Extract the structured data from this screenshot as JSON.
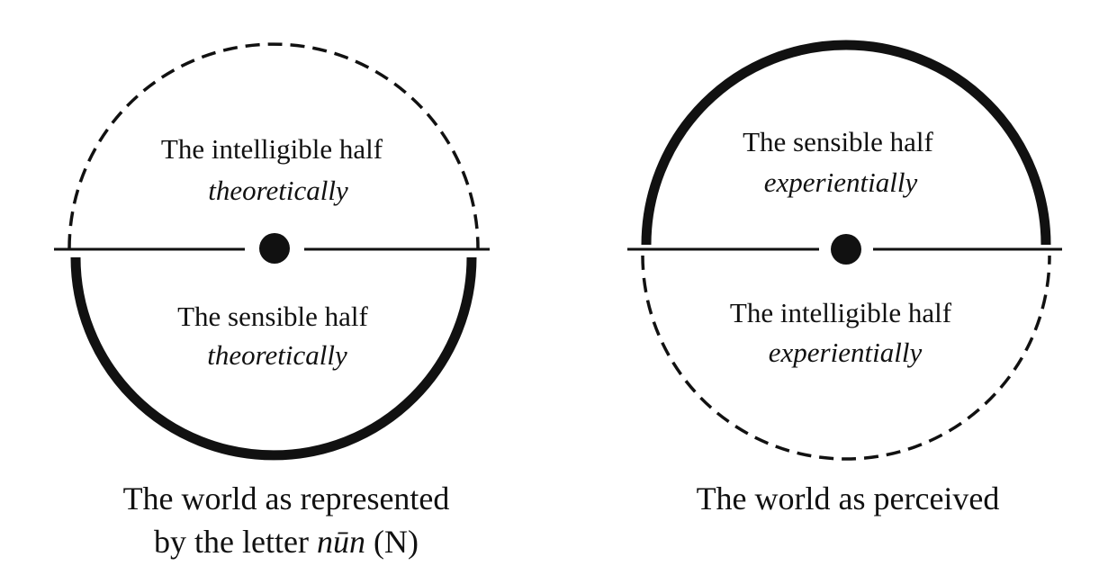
{
  "left": {
    "top_label": "The intelligible half",
    "top_sub": "theoretically",
    "bottom_label": "The sensible half",
    "bottom_sub": "theoretically",
    "caption_line1": "The world as represented",
    "caption_line2_pre": "by the letter ",
    "caption_line2_word": "nūn",
    "caption_line2_post": " (N)"
  },
  "right": {
    "top_label": "The sensible half",
    "top_sub": "experientially",
    "bottom_label": "The intelligible half",
    "bottom_sub": "experientially",
    "caption": "The world as perceived"
  }
}
